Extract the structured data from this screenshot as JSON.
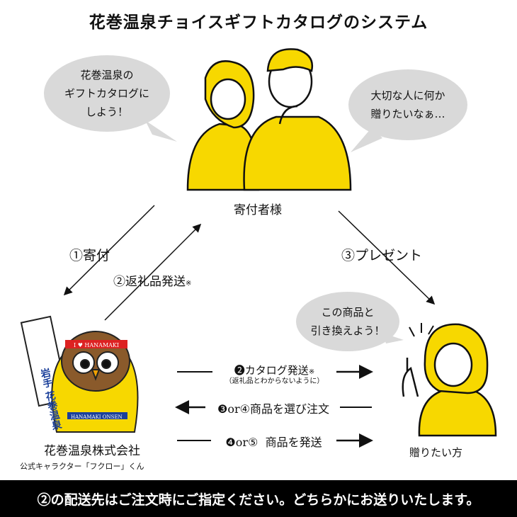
{
  "title": "花巻温泉チョイスギフトカタログのシステム",
  "bubbles": {
    "donor_left": "花巻温泉の\nギフトカタログに\nしよう！",
    "donor_right": "大切な人に何か\n贈りたいなぁ…",
    "recipient": "この商品と\n引き換えよう！"
  },
  "nodes": {
    "donor": "寄付者様",
    "company": "花巻温泉株式会社",
    "company_sub": "公式キャラクター「フクロー」くん",
    "recipient": "贈りたい方"
  },
  "flows": {
    "donate": "①寄付",
    "return_gift": "②返礼品発送",
    "return_gift_note": "※",
    "present": "③プレゼント",
    "catalog_num": "❷",
    "catalog": "カタログ発送",
    "catalog_note": "※",
    "catalog_sub": "（返礼品とわからないように）",
    "order_num": "❸or④",
    "order": "商品を選び注文",
    "ship_num": "❹or⑤",
    "ship": "商品を発送"
  },
  "mascot_text": {
    "flag": "岩手 花巻温泉",
    "band": "I ♥ HANAMAKI",
    "belt": "HANAMAKI ONSEN"
  },
  "footer": "②の配送先はご注文時にご指定ください。どちらかにお送りいたします。",
  "colors": {
    "yellow": "#f7d800",
    "bubble": "#d9d9d9",
    "footer_bg": "#000000"
  }
}
